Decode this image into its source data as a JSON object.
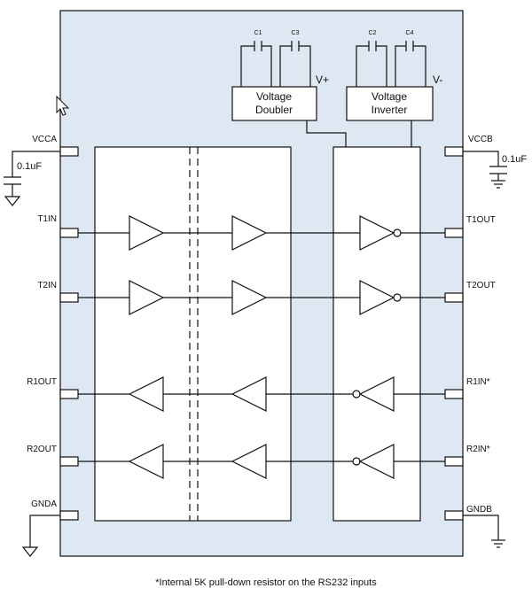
{
  "capacitors": {
    "c1": "C1",
    "c3": "C3",
    "c2": "C2",
    "c4": "C4"
  },
  "blocks": {
    "doubler": {
      "line1": "Voltage",
      "line2": "Doubler",
      "rail": "V+"
    },
    "inverter": {
      "line1": "Voltage",
      "line2": "Inverter",
      "rail": "V-"
    }
  },
  "pins_left": {
    "vcca": "VCCA",
    "t1in": "T1IN",
    "t2in": "T2IN",
    "r1out": "R1OUT",
    "r2out": "R2OUT",
    "gnda": "GNDA"
  },
  "pins_right": {
    "vccb": "VCCB",
    "t1out": "T1OUT",
    "t2out": "T2OUT",
    "r1in": "R1IN*",
    "r2in": "R2IN*",
    "gndb": "GNDB"
  },
  "decoupling": {
    "left_cap": "0.1uF",
    "right_cap": "0.1uF"
  },
  "colors": {
    "chip_fill": "#dde8f3",
    "line": "#111111"
  },
  "footnote": "*Internal 5K pull-down resistor on the RS232 inputs"
}
